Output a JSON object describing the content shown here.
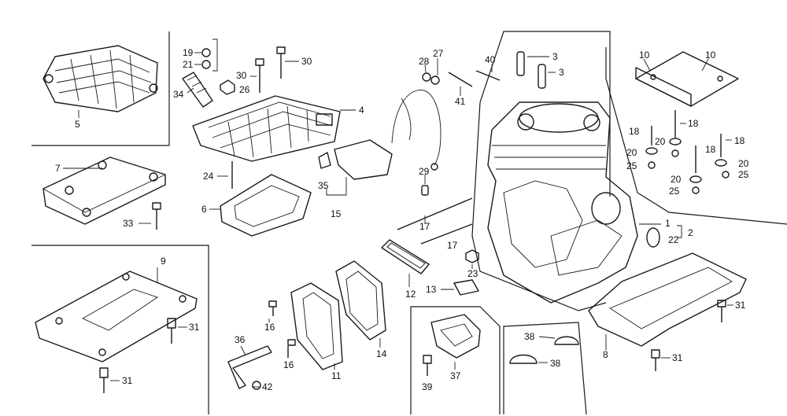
{
  "callouts": [
    "1",
    "2",
    "3",
    "3",
    "4",
    "5",
    "6",
    "7",
    "8",
    "9",
    "10",
    "10",
    "11",
    "12",
    "13",
    "14",
    "15",
    "16",
    "16",
    "17",
    "17",
    "18",
    "18",
    "18",
    "18",
    "19",
    "20",
    "20",
    "20",
    "20",
    "21",
    "22",
    "23",
    "24",
    "25",
    "25",
    "25",
    "26",
    "27",
    "28",
    "29",
    "30",
    "30",
    "31",
    "31",
    "31",
    "31",
    "33",
    "34",
    "35",
    "36",
    "37",
    "38",
    "38",
    "39",
    "40",
    "41",
    "42"
  ]
}
